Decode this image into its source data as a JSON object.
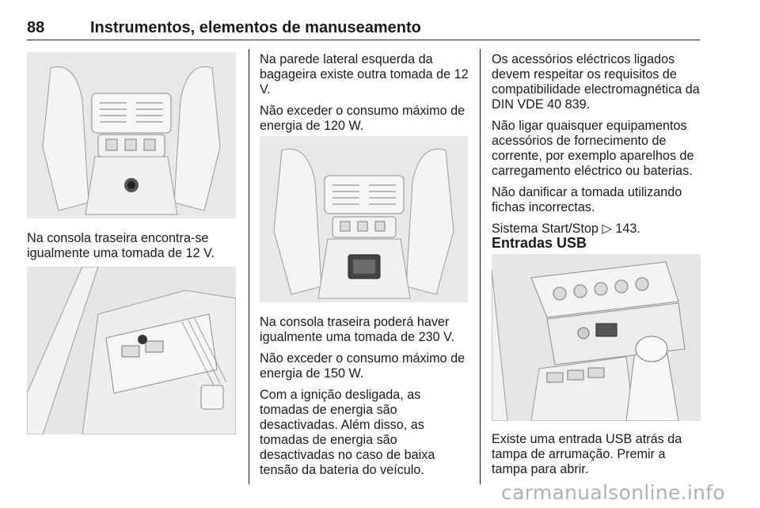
{
  "header": {
    "page_number": "88",
    "title": "Instrumentos, elementos de manuseamento"
  },
  "col1": {
    "para1": "Na consola traseira encontra-se igualmente uma tomada de 12 V."
  },
  "col2": {
    "para1": "Na parede lateral esquerda da bagageira existe outra tomada de 12 V.",
    "para2": "Não exceder o consumo máximo de energia de 120 W.",
    "para3": "Na consola traseira poderá haver igualmente uma tomada de 230 V.",
    "para4": "Não exceder o consumo máximo de energia de 150 W.",
    "para5": "Com a ignição desligada, as tomadas de energia são desactivadas. Além disso, as tomadas de energia são desactivadas no caso de baixa tensão da bateria do veículo."
  },
  "col3": {
    "para1": "Os acessórios eléctricos ligados devem respeitar os requisitos de compatibilidade electromagnética da DIN VDE 40 839.",
    "para2": "Não ligar quaisquer equipamentos acessórios de fornecimento de corrente, por exemplo aparelhos de carregamento eléctrico ou baterias.",
    "para3": "Não danificar a tomada utilizando fichas incorrectas.",
    "para4_text": "Sistema Start/Stop",
    "para4_ref": "143.",
    "heading": "Entradas USB",
    "para5": "Existe uma entrada USB atrás da tampa de arrumação. Premir a tampa para abrir."
  },
  "watermark": "carmanualsonline.info"
}
